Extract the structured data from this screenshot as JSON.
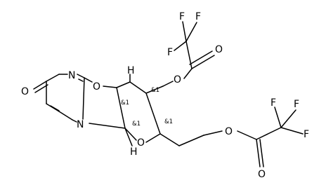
{
  "labels": {
    "O_carbonyl": "O",
    "N_ring": "N",
    "O_oxazole": "O",
    "N_bridge": "N",
    "O_furan": "O",
    "O_ester3": "O",
    "O_ester3_carbonyl": "O",
    "O_ester5": "O",
    "O_ester5_carbonyl": "O",
    "H_top": "H",
    "H_bottom": "H",
    "F_top_1": "F",
    "F_top_2": "F",
    "F_top_3": "F",
    "F_right_1": "F",
    "F_right_2": "F",
    "F_right_3": "F"
  },
  "stereo_labels": {
    "c2_top": "&1",
    "c3": "&1",
    "c1": "&1",
    "c4": "&1"
  }
}
